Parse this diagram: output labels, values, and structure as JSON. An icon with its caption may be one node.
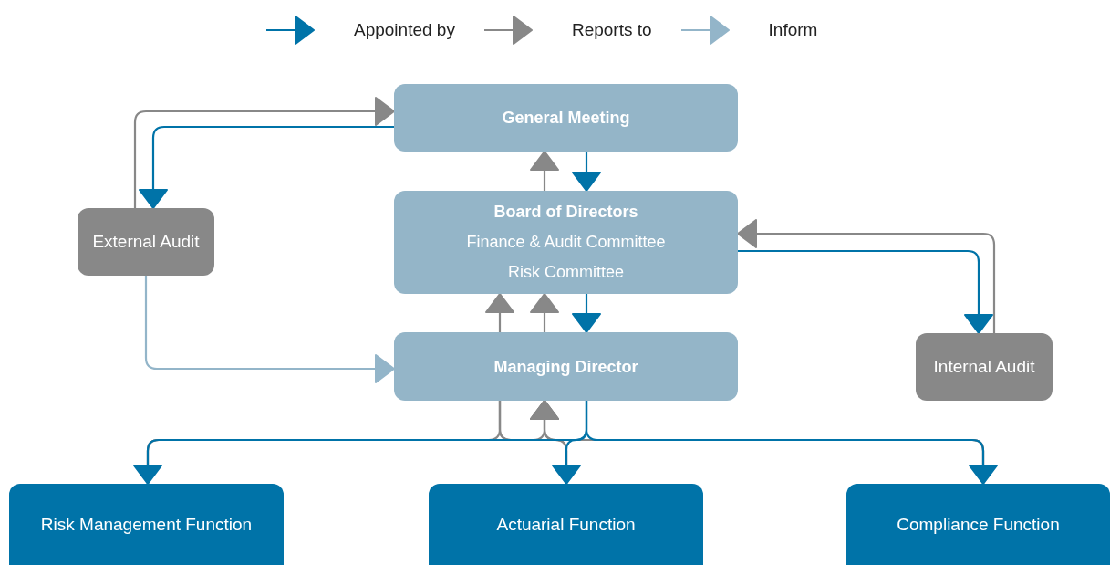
{
  "diagram": {
    "nodes": [
      {
        "text": [
          "General Meeting"
        ]
      },
      {
        "text": [
          "Board of Directors",
          "Finance & Audit Committee",
          "Risk Committee"
        ]
      },
      {
        "text": [
          "External Audit"
        ]
      },
      {
        "text": [
          "Managing Director"
        ]
      },
      {
        "text": [
          "Internal Audit"
        ]
      },
      {
        "text": [
          "Risk Management Function"
        ]
      },
      {
        "text": [
          "Actuarial Function"
        ]
      },
      {
        "text": [
          "Compliance Function"
        ]
      }
    ],
    "edges": [
      {
        "from": 2,
        "to": 0,
        "arrow": "to"
      },
      {
        "from": 0,
        "to": 2,
        "arrow": "to",
        "color": "#0073a8"
      },
      {
        "from": 1,
        "to": 0,
        "arrow": "to"
      },
      {
        "from": 0,
        "to": 1,
        "arrow": "to",
        "color": "#0073a8"
      },
      {
        "from": 4,
        "to": 1,
        "arrow": "to"
      },
      {
        "from": 1,
        "to": 4,
        "arrow": "to",
        "color": "#0073a8"
      },
      {
        "from": 2,
        "to": 3,
        "arrow": "to",
        "color": "#93b5c9"
      },
      {
        "from": 3,
        "to": 1,
        "arrow": "to"
      },
      {
        "from": 1,
        "to": 3,
        "arrow": "to",
        "color": "#0073a8"
      },
      {
        "from": 3,
        "to": 1,
        "arrow": "to"
      },
      {
        "from": 5,
        "to": 3,
        "arrow": "none"
      },
      {
        "from": 6,
        "to": 3,
        "arrow": "none"
      },
      {
        "from": 7,
        "to": 3,
        "arrow": "none"
      },
      {
        "from": 5,
        "to": 3,
        "arrow": "to"
      },
      {
        "from": 6,
        "to": 3,
        "arrow": "to"
      },
      {
        "from": 7,
        "to": 3,
        "arrow": "to"
      },
      {
        "from": 3,
        "to": 5,
        "arrow": "to",
        "color": "#0073a8"
      },
      {
        "from": 3,
        "to": 6,
        "arrow": "to",
        "color": "#0073a8"
      },
      {
        "from": 3,
        "to": 7,
        "arrow": "to",
        "color": "#0073a8"
      }
    ],
    "legend": [
      {
        "text": "Appointed by"
      },
      {
        "text": "Reports to"
      },
      {
        "text": "Inform"
      }
    ]
  }
}
